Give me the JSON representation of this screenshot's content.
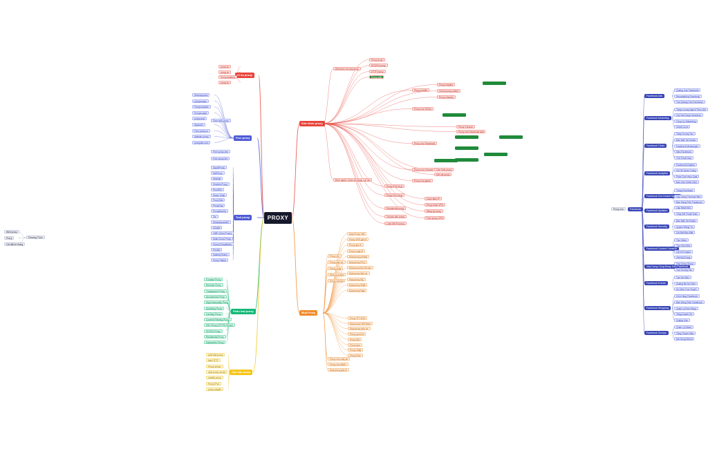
{
  "root": {
    "label": "PROXY"
  },
  "colors": {
    "red": "#e8453c",
    "blue": "#4f5bd5",
    "green": "#13b877",
    "yellow": "#f5c518",
    "orange": "#f08c2e",
    "navy": "#3a47b8"
  },
  "branches": {
    "vi_du": {
      "label": "Ví dụ proxy",
      "items": [
        "proxy.vn",
        "proxy.vn",
        "Proxy thailand",
        "proxy.vn"
      ]
    },
    "free": {
      "label": "Free proxy",
      "items": [
        "Hidemyname",
        "proxyscrape",
        "Freeproxylists",
        "Proxyscrape",
        "proxynova",
        "Spysone",
        "Free-proxy.cz",
        "hidester proxy",
        "proxysite.com"
      ],
      "sub": [
        "Free web proxy",
        "Free proxy site",
        "Free proxy list"
      ]
    },
    "tool": {
      "label": "Tool proxy",
      "items": [
        "SquidProxy",
        "NetProxy",
        "Hidefull",
        "Charles Proxy",
        "ProxiFier",
        "Slowz Suite",
        "ProxyTest",
        "ProxyCap",
        "ProxyManGo",
        "Tor",
        "ShadowsocksR",
        "v2rayN",
        "OMF (Ohm Proxy)",
        "Multi-Cloud Proxy",
        "Cloud (Cloudflare)",
        "Proxify",
        "Switchy Rules",
        "Proxy Helper"
      ]
    },
    "phan_loai": {
      "label": "Phân loại proxy",
      "items": [
        "Forward Proxy",
        "Reverse Proxy",
        "Transparent Proxy",
        "Anonymous Proxy",
        "High Anonymity Proxy",
        "Distorting Proxy",
        "Caching Proxy",
        "Content Filtering Proxy",
        "SSL Proxy (HTTPS Proxy)",
        "SOCKS Proxy",
        "Residential Proxy",
        "Datacenter Proxy"
      ]
    },
    "cac_loai": {
      "label": "Các loại proxy",
      "items": [
        "Ipv6 fast proxy",
        "fast HTTP",
        "Proxy server",
        "Ipv6 proxy server",
        "mobile proxy",
        "Proxy IPv4",
        "proxy private"
      ]
    },
    "kien_thuc": {
      "label": "Kiến thức proxy",
      "items": [
        "Kiến thức về loại proxy",
        "Định nghĩa, Cách sử dụng, Lợi ích",
        "Proxy là gì?",
        "SOCKS proxy",
        "HTTP proxy",
        "Proxy web",
        "Proxy mobile",
        "Proxy cho TikTok",
        "Proxy cho Facebook",
        "Proxy cho Chrome",
        "Proxy cho game",
        "Proxy IPv6 là gì",
        "Proxy IPv4 là gì",
        "Residential proxy",
        "Tại sao cần proxy",
        "Luôn đổi IP proxy",
        "Cấu hình proxy",
        "Kết nối proxy",
        "Cách fake IP",
        "Proxy khác VPN",
        "Đăng ký proxy",
        "Free proxy VPN",
        "Proxy reseller",
        "Check proxy online",
        "Proxy checker",
        "Proxy Chrome",
        "Proxy cho Facebook Ads"
      ]
    },
    "mua": {
      "label": "Mua Proxy",
      "items": [
        "Mua Proxy Việt",
        "Proxy VPS giá rẻ",
        "Proxy giá rẻ",
        "Proxy xoay IP",
        "Mua proxy private",
        "Mua proxy IPv4",
        "Mua proxy tốc độ cao",
        "Mua proxy dân cư",
        "Mua proxy Mỹ",
        "Mua proxy Nhật",
        "Mua proxy Nga",
        "Proxy 4G",
        "Proxy dân cư",
        "Proxy xoay",
        "Dịch vụ proxy",
        "Proxy Hà Nội",
        "Proxy TP HCM",
        "Mua proxy Việt Nam",
        "Mua proxy dân cư",
        "Proxy quốc tế",
        "Proxy Mỹ",
        "Proxy Anh",
        "Proxy Nhật",
        "Proxy Đức",
        "Proxy cho máy ảo",
        "Proxy cho MMO",
        "Mua proxy giá rẻ"
      ]
    }
  },
  "left": {
    "hub": "Phương Thức",
    "items": [
      "Web proxy",
      "Proxy",
      "Cài đặt hệ thống"
    ]
  },
  "facebook": {
    "hub": "Facebook",
    "pre": "Proxy cho",
    "groups": [
      {
        "label": "Facebook Ads",
        "items": [
          "Quảng Cáo Facebook",
          "Remarketing Facebook",
          "Tạo Quảng Cáo Facebook"
        ]
      },
      {
        "label": "Facebook Marketing",
        "items": [
          "Tăng Lượng Người Theo Dõi",
          "Tạo Nội Dung Facebook",
          "Công Cụ Marketing",
          "Chiến Lược"
        ]
      },
      {
        "label": "Facebook Tricks",
        "items": [
          "Tăng Tương Tác",
          "Bảo Mật Tài Khoản",
          "Facebook Messenger",
          "Mẹo Facebook",
          "Thủ Thuật Hay"
        ]
      },
      {
        "label": "Facebook Analytics",
        "items": [
          "Facebook Insights",
          "Chỉ Số Quan Trọng",
          "Phân Tích Hiệu Suất",
          "Báo Cáo Chiến Dịch"
        ]
      },
      {
        "label": "Facebook Cho Doanh Nghiệp",
        "items": [
          "Trang Facebook",
          "Xây Dựng Thương Hiệu",
          "Bán Hàng Trên Facebook"
        ]
      },
      {
        "label": "Facebook Updates",
        "items": [
          "Cập Nhật Mới",
          "Thay Đổi Thuật Toán"
        ]
      },
      {
        "label": "Facebook Security",
        "items": [
          "Bảo Mật Tài Khoản",
          "Quyền Riêng Tư",
          "Cài Đặt Bảo Mật"
        ]
      },
      {
        "label": "Facebook Content Creation",
        "items": [
          "Tạo Video",
          "Tạo Hình Ảnh",
          "Lên Kế Hoạch",
          "Viết Nội Dung"
        ]
      },
      {
        "label": "Xây Dựng Cộng Đồng Trên Facebook",
        "items": [
          "Xây Dựng Group",
          "Tạo Tương Tác"
        ]
      },
      {
        "label": "Facebook Events",
        "items": [
          "Tạo Sự Kiện",
          "Quảng Bá Sự Kiện",
          "Sự Kiện Trực Tuyến"
        ]
      },
      {
        "label": "Facebook Shopping",
        "items": [
          "Cửa Hàng Facebook",
          "Bán Hàng Trên Facebook",
          "Quản Lý Đơn Hàng",
          "Tăng Doanh Số",
          "Quảng Cáo"
        ]
      },
      {
        "label": "Facebook Groups",
        "items": [
          "Quản Lý Nhóm",
          "Tăng Thành Viên",
          "Nội Dung Nhóm"
        ]
      }
    ]
  }
}
